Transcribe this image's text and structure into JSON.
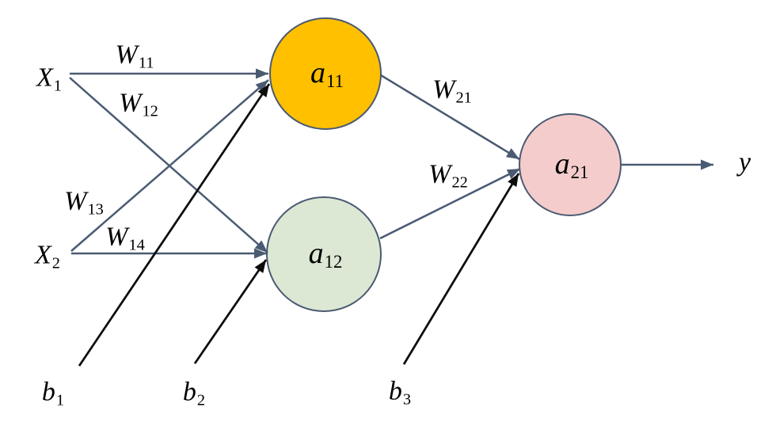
{
  "colors": {
    "edge": "#4a5a72",
    "bias_edge": "#0d0d0d",
    "node_border": "#4a5a72",
    "background": "#ffffff",
    "text": "#000000",
    "a11_fill": "#FFC000",
    "a12_fill": "#DCE8D3",
    "a21_fill": "#F4CCCC"
  },
  "inputs": {
    "x1": {
      "main": "X",
      "sub": "1"
    },
    "x2": {
      "main": "X",
      "sub": "2"
    }
  },
  "weights": {
    "w11": {
      "main": "W",
      "sub": "11"
    },
    "w12": {
      "main": "W",
      "sub": "12"
    },
    "w13": {
      "main": "W",
      "sub": "13"
    },
    "w14": {
      "main": "W",
      "sub": "14"
    },
    "w21": {
      "main": "W",
      "sub": "21"
    },
    "w22": {
      "main": "W",
      "sub": "22"
    }
  },
  "biases": {
    "b1": {
      "main": "b",
      "sub": "1"
    },
    "b2": {
      "main": "b",
      "sub": "2"
    },
    "b3": {
      "main": "b",
      "sub": "3"
    }
  },
  "neurons": {
    "a11": {
      "main": "a",
      "sub": "11",
      "fill": "#FFC000"
    },
    "a12": {
      "main": "a",
      "sub": "12",
      "fill": "#DCE8D3"
    },
    "a21": {
      "main": "a",
      "sub": "21",
      "fill": "#F4CCCC"
    }
  },
  "output": {
    "y": {
      "main": "y",
      "sub": ""
    }
  }
}
